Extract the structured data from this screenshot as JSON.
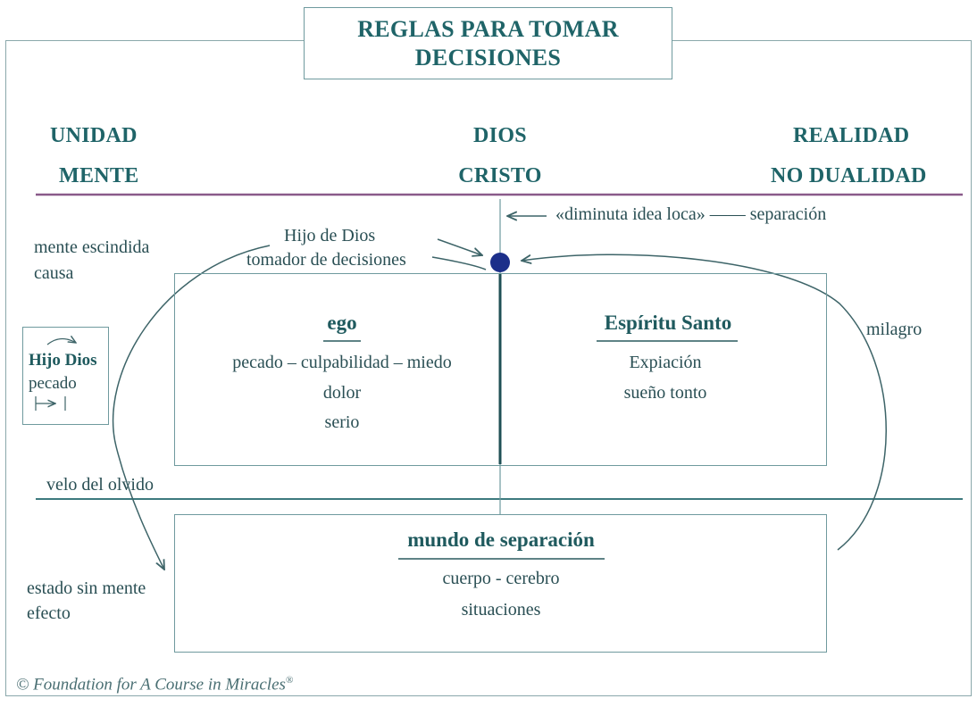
{
  "title": {
    "line1": "REGLAS PARA TOMAR",
    "line2": "DECISIONES"
  },
  "top_row": {
    "left1": "UNIDAD",
    "left2": "MENTE",
    "center1": "DIOS",
    "center2": "CRISTO",
    "right1": "REALIDAD",
    "right2": "NO DUALIDAD"
  },
  "labels": {
    "separacion": "«diminuta idea loca» —— separación",
    "hijo_de_dios": "Hijo de Dios",
    "tomador": "tomador de decisiones",
    "mente_escindida": "mente escindida",
    "causa": "causa",
    "milagro": "milagro",
    "velo": "velo del olvido",
    "estado_sin_mente": "estado sin mente",
    "efecto": "efecto"
  },
  "small_box": {
    "line1": "Hijo Dios",
    "line2": "pecado"
  },
  "ego_box": {
    "title": "ego",
    "line1": "pecado – culpabilidad – miedo",
    "line2": "dolor",
    "line3": "serio"
  },
  "spirit_box": {
    "title": "Espíritu Santo",
    "line1": "Expiación",
    "line2": "sueño tonto"
  },
  "world_box": {
    "title": "mundo de separación",
    "line1": "cuerpo - cerebro",
    "line2": "situaciones"
  },
  "footer": {
    "copyright": "© Foundation for A Course in Miracles",
    "reg": "®"
  },
  "colors": {
    "teal": "#1f6468",
    "purple_line": "#8a5a8a",
    "dot": "#1c2f8a",
    "border": "#6f9a9e"
  }
}
